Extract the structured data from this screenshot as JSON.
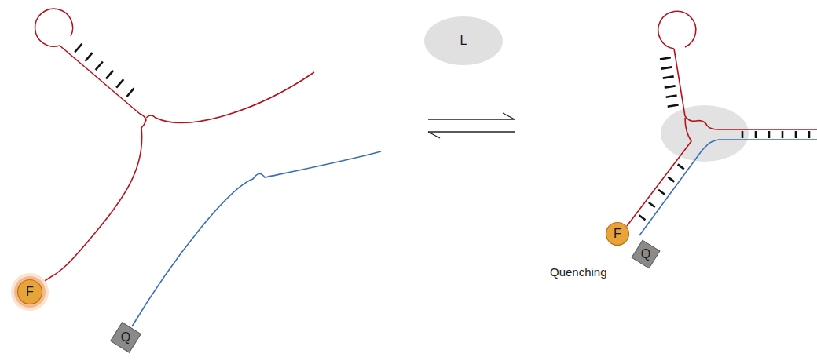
{
  "diagram": {
    "nodes": [
      {
        "text": [
          "F"
        ]
      },
      {
        "text": [
          "Q"
        ]
      },
      {
        "text": [
          "L"
        ]
      },
      {
        "text": [
          "F"
        ]
      },
      {
        "text": [
          "Q"
        ]
      }
    ],
    "labels": [
      "Quenching"
    ]
  }
}
